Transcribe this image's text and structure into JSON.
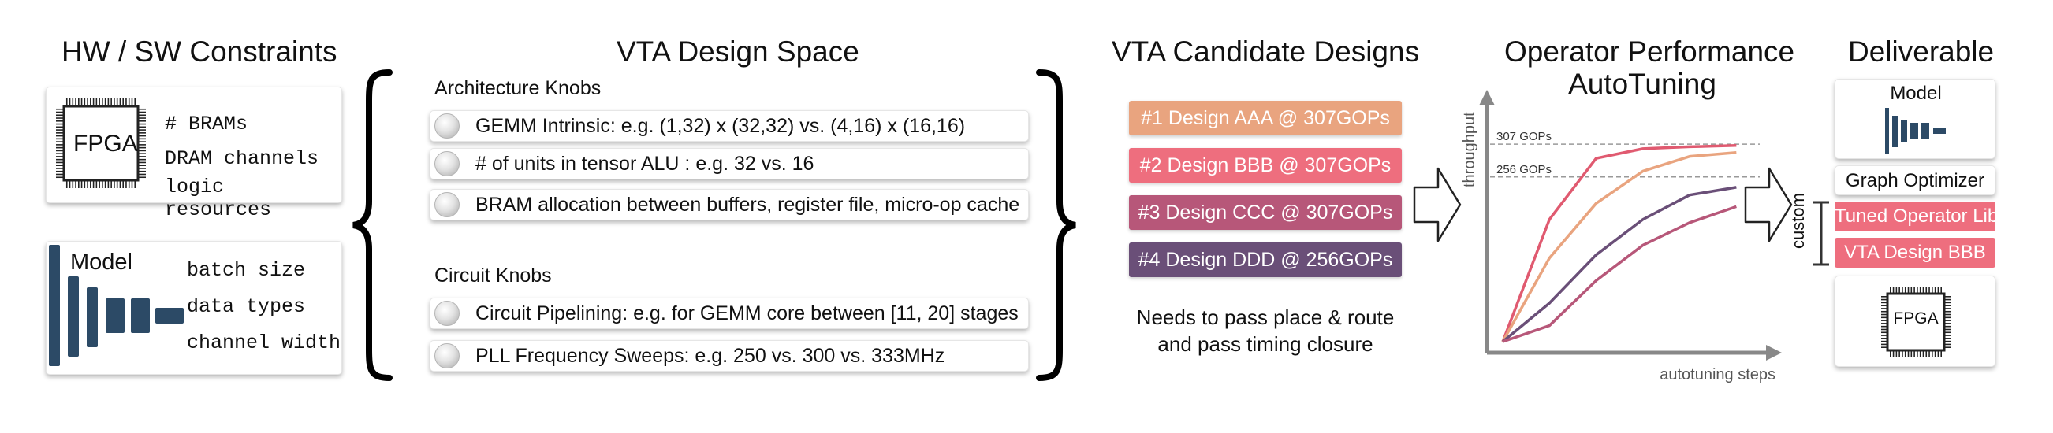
{
  "titles": {
    "hw_sw": "HW / SW Constraints",
    "design_space": "VTA Design Space",
    "candidates": "VTA Candidate Designs",
    "op_perf_line1": "Operator Performance",
    "op_perf_line2": "AutoTuning",
    "deliverable": "Deliverable"
  },
  "constraints": {
    "fpga_label": "FPGA",
    "fpga_items": [
      "# BRAMs",
      "DRAM channels",
      "logic resources"
    ],
    "model_label": "Model",
    "model_items": [
      "batch size",
      "data types",
      "channel width"
    ]
  },
  "design_space": {
    "arch_title": "Architecture Knobs",
    "arch_knobs": [
      "GEMM Intrinsic: e.g. (1,32) x (32,32) vs. (4,16) x (16,16)",
      "# of units in tensor ALU : e.g. 32 vs. 16",
      "BRAM allocation between buffers, register file, micro-op cache"
    ],
    "circuit_title": "Circuit Knobs",
    "circuit_knobs": [
      "Circuit Pipelining: e.g. for GEMM core between [11, 20] stages",
      "PLL Frequency Sweeps: e.g. 250 vs. 300 vs. 333MHz"
    ]
  },
  "candidates": {
    "designs": [
      {
        "label": "#1 Design AAA @ 307GOPs",
        "color": "#e9a47f"
      },
      {
        "label": "#2 Design BBB @ 307GOPs",
        "color": "#ee6e7e"
      },
      {
        "label": "#3 Design CCC @ 307GOPs",
        "color": "#b75779"
      },
      {
        "label": "#4 Design DDD @ 256GOPs",
        "color": "#6a4f78"
      }
    ],
    "note_line1": "Needs to pass place & route",
    "note_line2": "and pass timing closure"
  },
  "chart_data": {
    "type": "line",
    "xlabel": "autotuning steps",
    "ylabel": "throughput",
    "reference_lines": [
      {
        "label": "307 GOPs",
        "value": 307
      },
      {
        "label": "256 GOPs",
        "value": 256
      }
    ],
    "series": [
      {
        "color": "#e05a70",
        "x": [
          0,
          1,
          2,
          3,
          4,
          5
        ],
        "y": [
          0,
          190,
          285,
          300,
          303,
          305
        ]
      },
      {
        "color": "#e9a47f",
        "x": [
          0,
          1,
          2,
          3,
          4,
          5
        ],
        "y": [
          0,
          130,
          215,
          265,
          288,
          294
        ]
      },
      {
        "color": "#6a4f78",
        "x": [
          0,
          1,
          2,
          3,
          4,
          5
        ],
        "y": [
          0,
          60,
          135,
          190,
          228,
          240
        ]
      },
      {
        "color": "#b75779",
        "x": [
          0,
          1,
          2,
          3,
          4,
          5
        ],
        "y": [
          0,
          25,
          95,
          150,
          185,
          210
        ]
      }
    ]
  },
  "deliverable": {
    "model_label": "Model",
    "graph_optimizer": "Graph Optimizer",
    "tuned_lib": "Tuned Operator Lib",
    "vta_design": "VTA Design BBB",
    "custom_label": "custom",
    "fpga_label": "FPGA"
  },
  "colors": {
    "model_bars": "#2c4a66",
    "pink": "#ee6e7e"
  }
}
